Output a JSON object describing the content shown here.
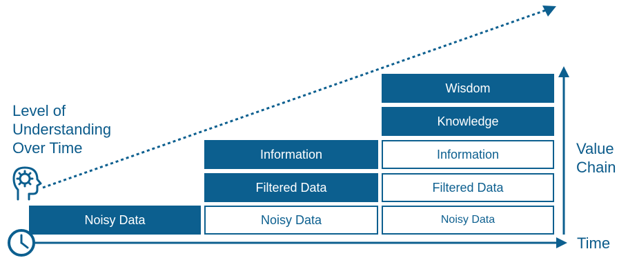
{
  "title": {
    "lines": [
      "Level of",
      "Understanding",
      "Over Time"
    ]
  },
  "axes": {
    "x_label": "Time",
    "y_label_lines": [
      "Value",
      "Chain"
    ]
  },
  "columns": [
    {
      "blocks": [
        {
          "label": "Noisy Data",
          "style": "filled"
        }
      ]
    },
    {
      "blocks": [
        {
          "label": "Noisy Data",
          "style": "outline"
        },
        {
          "label": "Filtered Data",
          "style": "filled"
        },
        {
          "label": "Information",
          "style": "filled"
        }
      ]
    },
    {
      "blocks": [
        {
          "label": "Noisy Data",
          "style": "outline"
        },
        {
          "label": "Filtered Data",
          "style": "outline"
        },
        {
          "label": "Information",
          "style": "outline"
        },
        {
          "label": "Knowledge",
          "style": "filled"
        },
        {
          "label": "Wisdom",
          "style": "filled"
        }
      ]
    }
  ],
  "icons": {
    "head": "head-gear-icon",
    "clock": "clock-icon"
  },
  "colors": {
    "accent": "#0c5f8f",
    "text": "#0a5a8a"
  }
}
